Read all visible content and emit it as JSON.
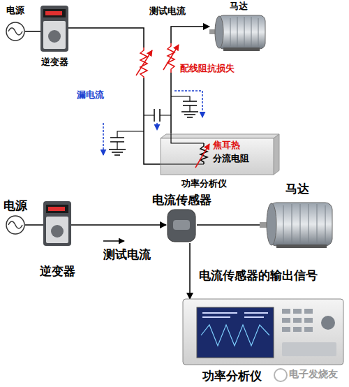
{
  "diagram": {
    "nodes": [
      {
        "text": [
          "电源"
        ]
      },
      {
        "text": [
          "逆变器"
        ]
      },
      {
        "text": [
          "马达"
        ]
      },
      {
        "text": [
          "焦耳热",
          "分流电阻",
          "功率分析仪"
        ]
      },
      {
        "text": [
          "电源"
        ]
      },
      {
        "text": [
          "逆变器"
        ]
      },
      {
        "text": [
          "电流传感器"
        ]
      },
      {
        "text": [
          "马达"
        ]
      },
      {
        "text": [
          "功率分析仪"
        ]
      }
    ],
    "edges": [
      {
        "from": 0,
        "to": 1,
        "arrow": "none"
      },
      {
        "from": 1,
        "to": 3,
        "arrow": "none"
      },
      {
        "from": 3,
        "to": 2,
        "label": "测试电流",
        "arrow": "to"
      },
      {
        "from": 4,
        "to": 5,
        "arrow": "none"
      },
      {
        "from": 5,
        "to": 6,
        "label": "测试电流",
        "arrow": "to"
      },
      {
        "from": 6,
        "to": 7,
        "arrow": "none"
      },
      {
        "from": 6,
        "to": 8,
        "label": "电流传感器的输出信号",
        "arrow": "to"
      }
    ],
    "labels": [
      "配线阻抗损失",
      "漏电流",
      "电子发烧友"
    ]
  }
}
